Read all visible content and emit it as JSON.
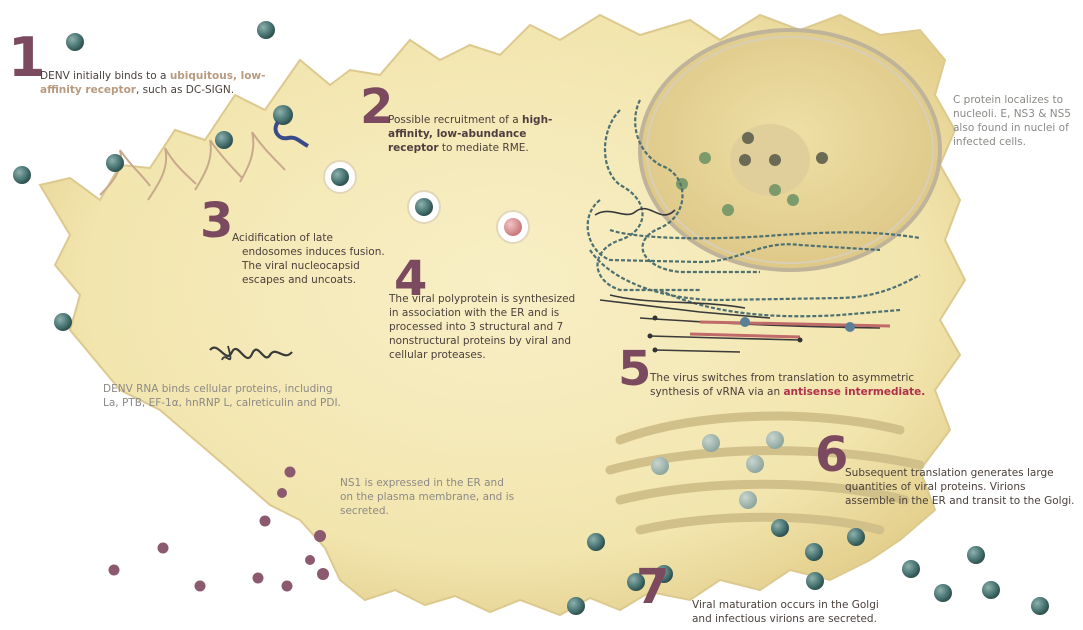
{
  "steps": {
    "s1": {
      "number": "1",
      "text_a": "DENV initially binds to a ",
      "hl": "ubiquitous, low-affinity receptor",
      "text_b": ", such as DC-SIGN."
    },
    "s2": {
      "number": "2",
      "text_a": "Possible recruitment of a ",
      "hl": "high-affinity, low-abundance receptor",
      "text_b": " to mediate RME."
    },
    "s3": {
      "number": "3",
      "text": "Acidification of late endosomes induces fusion. The viral nucleocapsid escapes and uncoats."
    },
    "s4": {
      "number": "4",
      "text": "The viral polyprotein is synthesized in association with the ER and is processed into 3 structural and 7 nonstructural proteins by viral and cellular proteases."
    },
    "s5": {
      "number": "5",
      "text_a": "The virus switches from translation to asymmetric synthesis of vRNA via an ",
      "hl": "antisense intermediate."
    },
    "s6": {
      "number": "6",
      "text": "Subsequent translation generates large quantities of viral proteins. Virions assemble in the ER and transit to the Golgi."
    },
    "s7": {
      "number": "7",
      "text": "Viral maturation occurs in the Golgi and infectious virions are secreted."
    }
  },
  "notes": {
    "c_protein": "C protein localizes to nucleoli. E, NS3 & NS5 also found in nuclei of infected cells.",
    "rna_binding": "DENV RNA binds cellular proteins, including La, PTB, EF-1α, hnRNP L, calreticulin and PDI.",
    "ns1": "NS1 is expressed in the ER and on the plasma membrane, and is secreted."
  },
  "colors": {
    "cell_fill": "#f3e7b3",
    "cell_edge": "#d9c88a",
    "virion": "#4e7a78",
    "ns1_dot": "#8c5a6e",
    "step_number": "#7b4a5e",
    "highlight_red": "#b0304a"
  }
}
